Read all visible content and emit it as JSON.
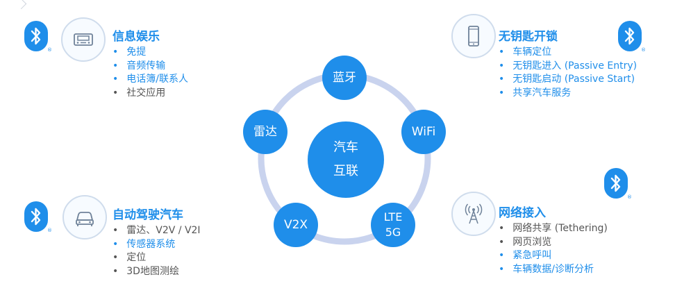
{
  "diagram": {
    "center": {
      "label": "汽车\n互联"
    },
    "satellites": [
      {
        "id": "bluetooth",
        "label": "蓝牙"
      },
      {
        "id": "wifi",
        "label": "WiFi"
      },
      {
        "id": "lte",
        "label": "LTE\n5G"
      },
      {
        "id": "v2x",
        "label": "V2X"
      },
      {
        "id": "radar",
        "label": "雷达"
      }
    ]
  },
  "panels": {
    "infotainment": {
      "title": "信息娱乐",
      "items": [
        {
          "text": "免提",
          "color": "blue"
        },
        {
          "text": "音频传输",
          "color": "blue"
        },
        {
          "text": "电话簿/联系人",
          "color": "blue"
        },
        {
          "text": "社交应用",
          "color": "gray"
        }
      ],
      "icon": "car-radio-icon"
    },
    "keyless": {
      "title": "无钥匙开锁",
      "items": [
        {
          "text": "车辆定位",
          "color": "blue"
        },
        {
          "text": "无钥匙进入 (Passive Entry)",
          "color": "blue"
        },
        {
          "text": "无钥匙启动 (Passive Start)",
          "color": "blue"
        },
        {
          "text": "共享汽车服务",
          "color": "blue"
        }
      ],
      "icon": "smartphone-icon"
    },
    "autonomous": {
      "title": "自动驾驶汽车",
      "items": [
        {
          "text": "雷达、V2V / V2I",
          "color": "gray"
        },
        {
          "text": "传感器系统",
          "color": "blue"
        },
        {
          "text": "定位",
          "color": "gray"
        },
        {
          "text": "3D地图测绘",
          "color": "gray"
        }
      ],
      "icon": "car-front-icon"
    },
    "network": {
      "title": "网络接入",
      "items": [
        {
          "text": "网络共享 (Tethering)",
          "color": "gray"
        },
        {
          "text": "网页浏览",
          "color": "gray"
        },
        {
          "text": "紧急呼叫",
          "color": "blue"
        },
        {
          "text": "车辆数据/诊断分析",
          "color": "blue"
        }
      ],
      "icon": "antenna-tower-icon"
    }
  },
  "badges": {
    "bluetooth_icon": "bluetooth-icon",
    "registered_mark": "®"
  },
  "colors": {
    "accent": "#1f8eea",
    "ring": "#c9d3ee",
    "gray_text": "#555555"
  }
}
